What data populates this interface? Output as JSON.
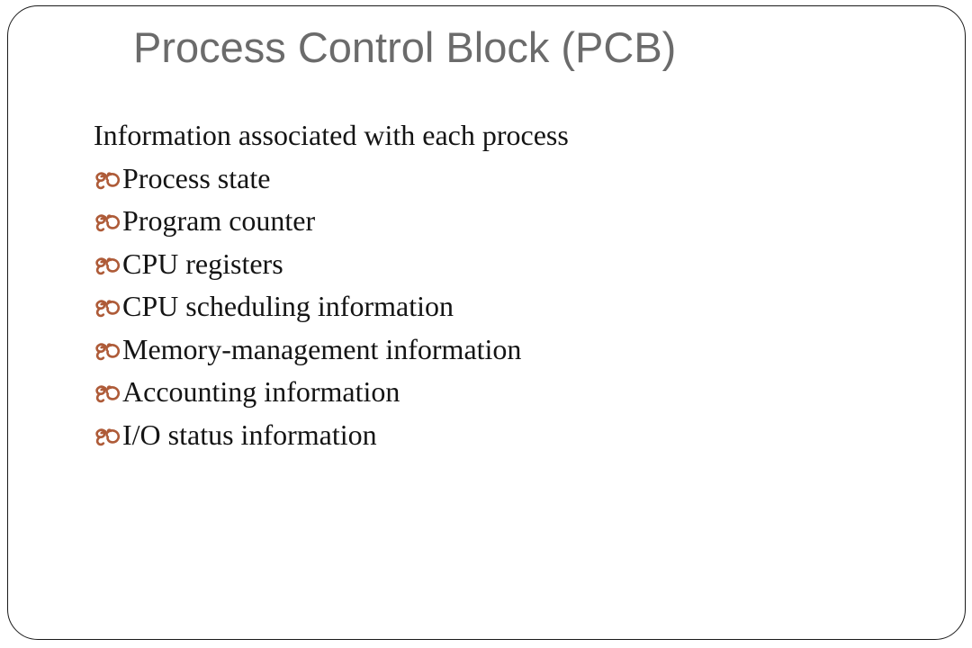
{
  "slide": {
    "title": "Process Control Block (PCB)",
    "intro": "Information associated with each process",
    "bullets": [
      "Process state",
      "Program counter",
      "CPU registers",
      "CPU scheduling information",
      "Memory-management information",
      "Accounting information",
      "I/O status information"
    ],
    "icons": {
      "bullet": "swirl-ribbon-bullet-icon"
    },
    "colors": {
      "title_gray": "#6B6B6B",
      "body_text": "#141414",
      "bullet_accent": "#AE5B38",
      "frame_border": "#1A1A1A",
      "background": "#FFFFFF"
    }
  }
}
